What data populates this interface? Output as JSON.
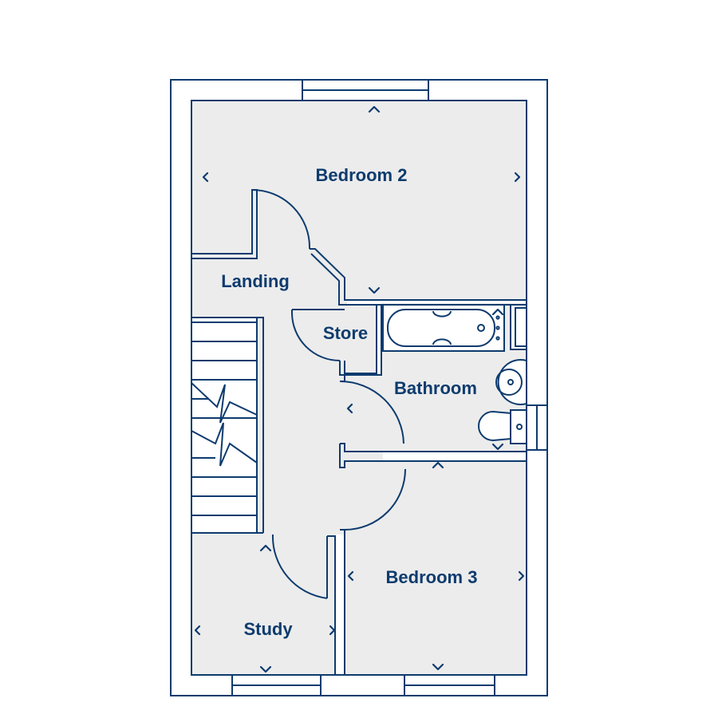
{
  "rooms": {
    "bedroom2": "Bedroom 2",
    "landing": "Landing",
    "store": "Store",
    "bathroom": "Bathroom",
    "bedroom3": "Bedroom 3",
    "study": "Study"
  },
  "colors": {
    "line": "#0d3b6e",
    "floor": "#ececec",
    "background": "#ffffff"
  }
}
